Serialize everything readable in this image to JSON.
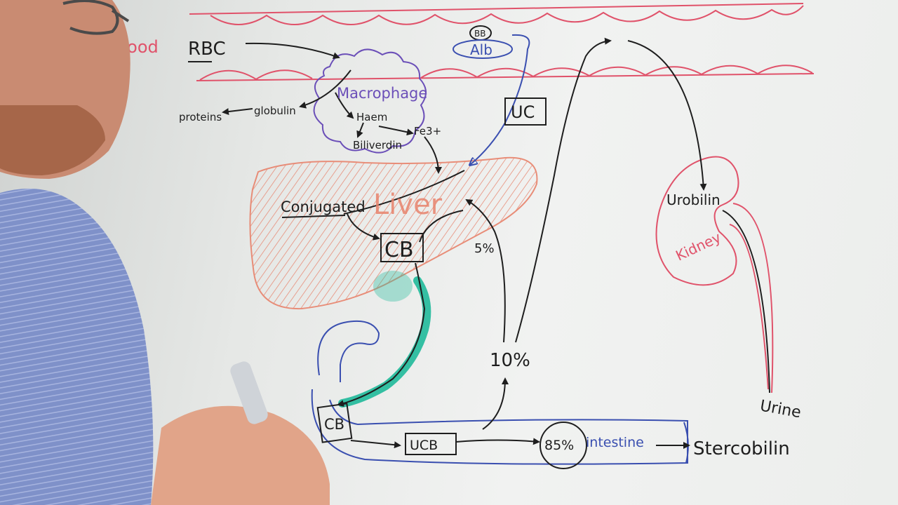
{
  "labels": {
    "blood": "Blood",
    "rbc": "RBC",
    "macrophage": "Macrophage",
    "proteins": "proteins",
    "globulin": "globulin",
    "haem": "Haem",
    "biliverdin": "Biliverdin",
    "fe3": "Fe3+",
    "bb": "BB",
    "alb": "Alb",
    "uc": "UC",
    "liver": "Liver",
    "conjugated": "Conjugated",
    "cb_liver": "CB",
    "pct5": "5%",
    "pct10": "10%",
    "cb_gut": "CB",
    "ucb": "UCB",
    "pct85": "85%",
    "intestine": "intestine",
    "stercobilin": "Stercobilin",
    "urobilin": "Urobilin",
    "kidney": "Kidney",
    "urine": "Urine"
  },
  "colors": {
    "marker_black": "#1e1e1e",
    "marker_red": "#e0526a",
    "marker_blue": "#3a4fb0",
    "marker_purple": "#6b4fb8",
    "marker_teal": "#1fb99a",
    "liver_fill": "#e8836c"
  }
}
